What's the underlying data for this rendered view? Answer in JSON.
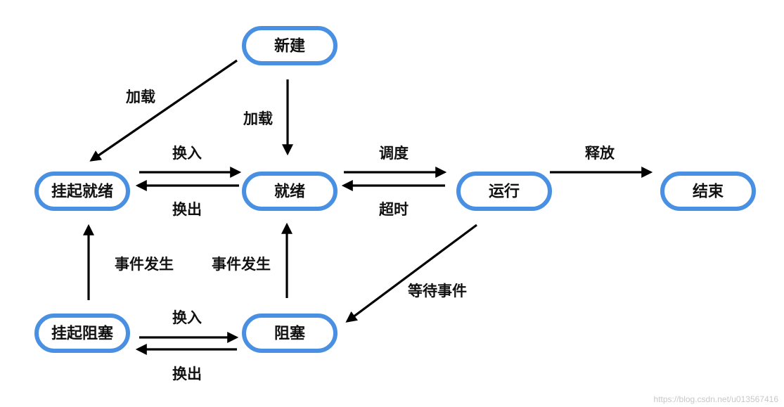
{
  "nodes": {
    "new": "新建",
    "suspended_ready": "挂起就绪",
    "ready": "就绪",
    "running": "运行",
    "finished": "结束",
    "suspended_blocked": "挂起阻塞",
    "blocked": "阻塞"
  },
  "edges": {
    "load_to_suspended_ready": "加载",
    "load_to_ready": "加载",
    "swap_in_top": "换入",
    "swap_out_top": "换出",
    "schedule": "调度",
    "timeout": "超时",
    "release": "释放",
    "event_occurs_left": "事件发生",
    "event_occurs_middle": "事件发生",
    "wait_event": "等待事件",
    "swap_in_bottom": "换入",
    "swap_out_bottom": "换出"
  },
  "colors": {
    "node_border": "#4a90e2",
    "arrow": "#000000"
  },
  "watermark": "https://blog.csdn.net/u013567416"
}
